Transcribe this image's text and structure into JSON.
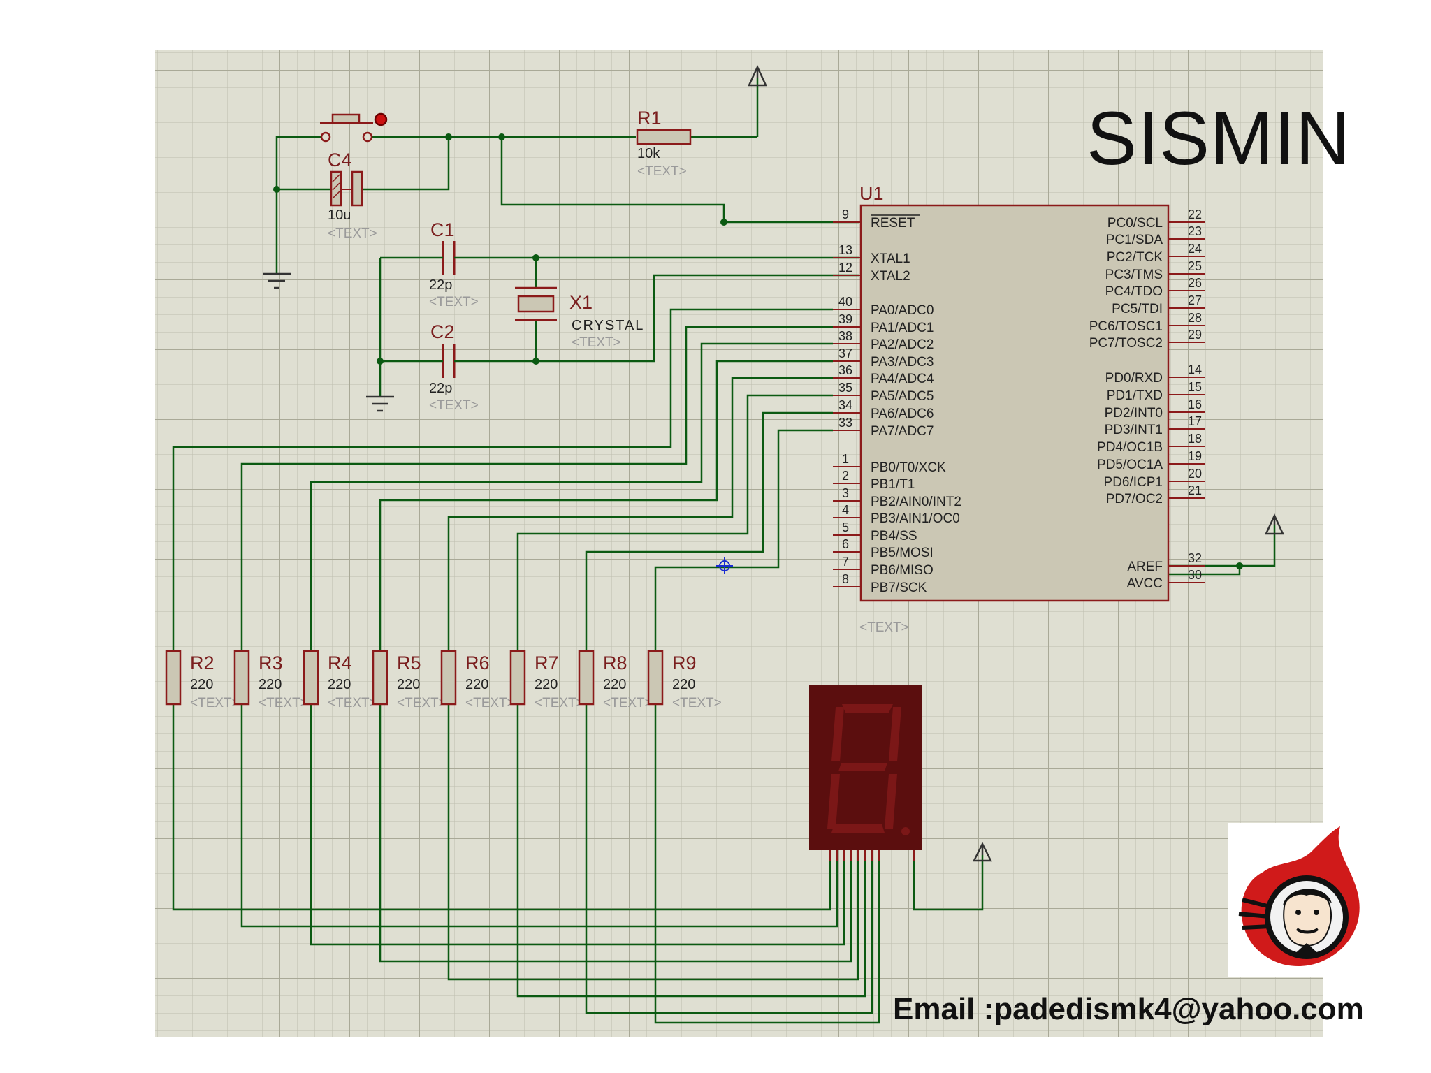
{
  "title": "SISMIN",
  "email": "Email :padedismk4@yahoo.com",
  "colors": {
    "wire": "#0b5a12",
    "component": "#8b1a1a",
    "grid_bg": "#dfdfd2",
    "ic_fill": "#cbc7b4",
    "seg_body": "#5b0e0e",
    "seg_off": "#7b1717"
  },
  "icons": {
    "logo": "cartoon-face-logo-icon",
    "cursor": "crosshair-cursor-icon",
    "power": "power-terminal-icon",
    "ground": "ground-symbol-icon"
  },
  "placeholder": "<TEXT>",
  "components": {
    "r1": {
      "ref": "R1",
      "value": "10k"
    },
    "c4": {
      "ref": "C4",
      "value": "10u"
    },
    "c1": {
      "ref": "C1",
      "value": "22p"
    },
    "c2": {
      "ref": "C2",
      "value": "22p"
    },
    "x1": {
      "ref": "X1",
      "value": "CRYSTAL"
    },
    "u1": {
      "ref": "U1"
    },
    "resistors": [
      {
        "ref": "R2",
        "value": "220"
      },
      {
        "ref": "R3",
        "value": "220"
      },
      {
        "ref": "R4",
        "value": "220"
      },
      {
        "ref": "R5",
        "value": "220"
      },
      {
        "ref": "R6",
        "value": "220"
      },
      {
        "ref": "R7",
        "value": "220"
      },
      {
        "ref": "R8",
        "value": "220"
      },
      {
        "ref": "R9",
        "value": "220"
      }
    ]
  },
  "u1_left_pins": [
    {
      "num": "9",
      "name": "RESET"
    },
    {
      "num": "13",
      "name": "XTAL1"
    },
    {
      "num": "12",
      "name": "XTAL2"
    },
    {
      "num": "40",
      "name": "PA0/ADC0"
    },
    {
      "num": "39",
      "name": "PA1/ADC1"
    },
    {
      "num": "38",
      "name": "PA2/ADC2"
    },
    {
      "num": "37",
      "name": "PA3/ADC3"
    },
    {
      "num": "36",
      "name": "PA4/ADC4"
    },
    {
      "num": "35",
      "name": "PA5/ADC5"
    },
    {
      "num": "34",
      "name": "PA6/ADC6"
    },
    {
      "num": "33",
      "name": "PA7/ADC7"
    },
    {
      "num": "1",
      "name": "PB0/T0/XCK"
    },
    {
      "num": "2",
      "name": "PB1/T1"
    },
    {
      "num": "3",
      "name": "PB2/AIN0/INT2"
    },
    {
      "num": "4",
      "name": "PB3/AIN1/OC0"
    },
    {
      "num": "5",
      "name": "PB4/SS"
    },
    {
      "num": "6",
      "name": "PB5/MOSI"
    },
    {
      "num": "7",
      "name": "PB6/MISO"
    },
    {
      "num": "8",
      "name": "PB7/SCK"
    }
  ],
  "u1_right_pins": [
    {
      "num": "22",
      "name": "PC0/SCL"
    },
    {
      "num": "23",
      "name": "PC1/SDA"
    },
    {
      "num": "24",
      "name": "PC2/TCK"
    },
    {
      "num": "25",
      "name": "PC3/TMS"
    },
    {
      "num": "26",
      "name": "PC4/TDO"
    },
    {
      "num": "27",
      "name": "PC5/TDI"
    },
    {
      "num": "28",
      "name": "PC6/TOSC1"
    },
    {
      "num": "29",
      "name": "PC7/TOSC2"
    },
    {
      "num": "14",
      "name": "PD0/RXD"
    },
    {
      "num": "15",
      "name": "PD1/TXD"
    },
    {
      "num": "16",
      "name": "PD2/INT0"
    },
    {
      "num": "17",
      "name": "PD3/INT1"
    },
    {
      "num": "18",
      "name": "PD4/OC1B"
    },
    {
      "num": "19",
      "name": "PD5/OC1A"
    },
    {
      "num": "20",
      "name": "PD6/ICP1"
    },
    {
      "num": "21",
      "name": "PD7/OC2"
    },
    {
      "num": "32",
      "name": "AREF"
    },
    {
      "num": "30",
      "name": "AVCC"
    }
  ]
}
